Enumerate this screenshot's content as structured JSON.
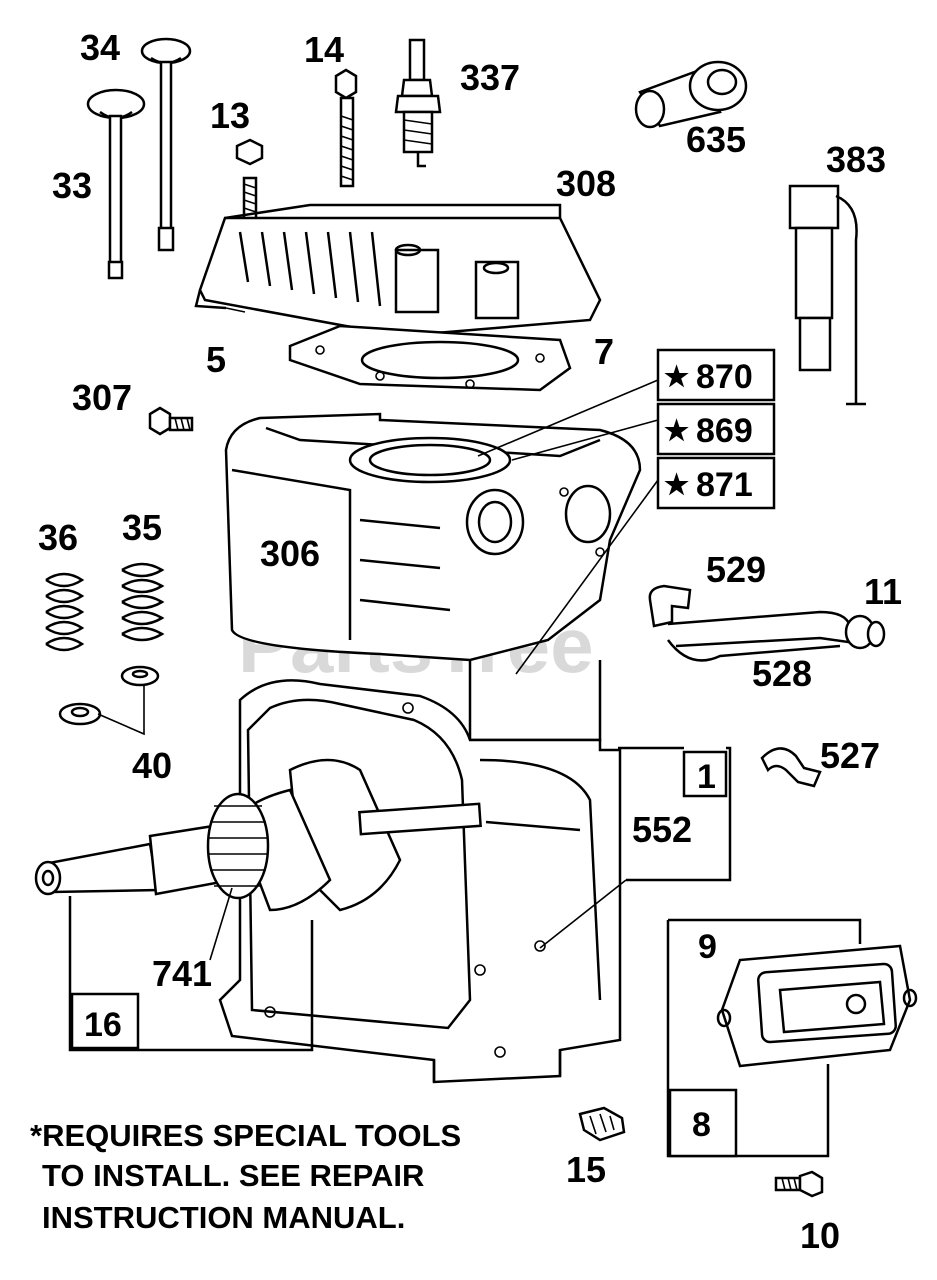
{
  "watermark": "PartsTree",
  "callouts": {
    "c34": "34",
    "c33": "33",
    "c14": "14",
    "c13": "13",
    "c337": "337",
    "c635": "635",
    "c383": "383",
    "c308": "308",
    "c5": "5",
    "c7": "7",
    "c307": "307",
    "c306": "306",
    "c36": "36",
    "c35": "35",
    "c40": "40",
    "c529": "529",
    "c11": "11",
    "c528": "528",
    "c527": "527",
    "c552": "552",
    "c741": "741",
    "c15": "15",
    "c10": "10"
  },
  "boxed": {
    "b870": "870",
    "b869": "869",
    "b871": "871",
    "b1": "1",
    "b16": "16",
    "b9": "9",
    "b8": "8"
  },
  "star_glyph": "★",
  "note": {
    "line1": "*REQUIRES SPECIAL TOOLS",
    "line2": "TO INSTALL. SEE REPAIR",
    "line3": "INSTRUCTION MANUAL."
  },
  "icons": [
    "valve",
    "bolt",
    "spark-plug",
    "spark-plug-boot",
    "ignition-armature",
    "cylinder-head",
    "head-gasket",
    "cylinder-block",
    "valve-spring",
    "valve-retainer",
    "crankshaft",
    "timing-gear",
    "breather-tube",
    "breather-clamp",
    "breather-assembly",
    "plug-screw"
  ]
}
